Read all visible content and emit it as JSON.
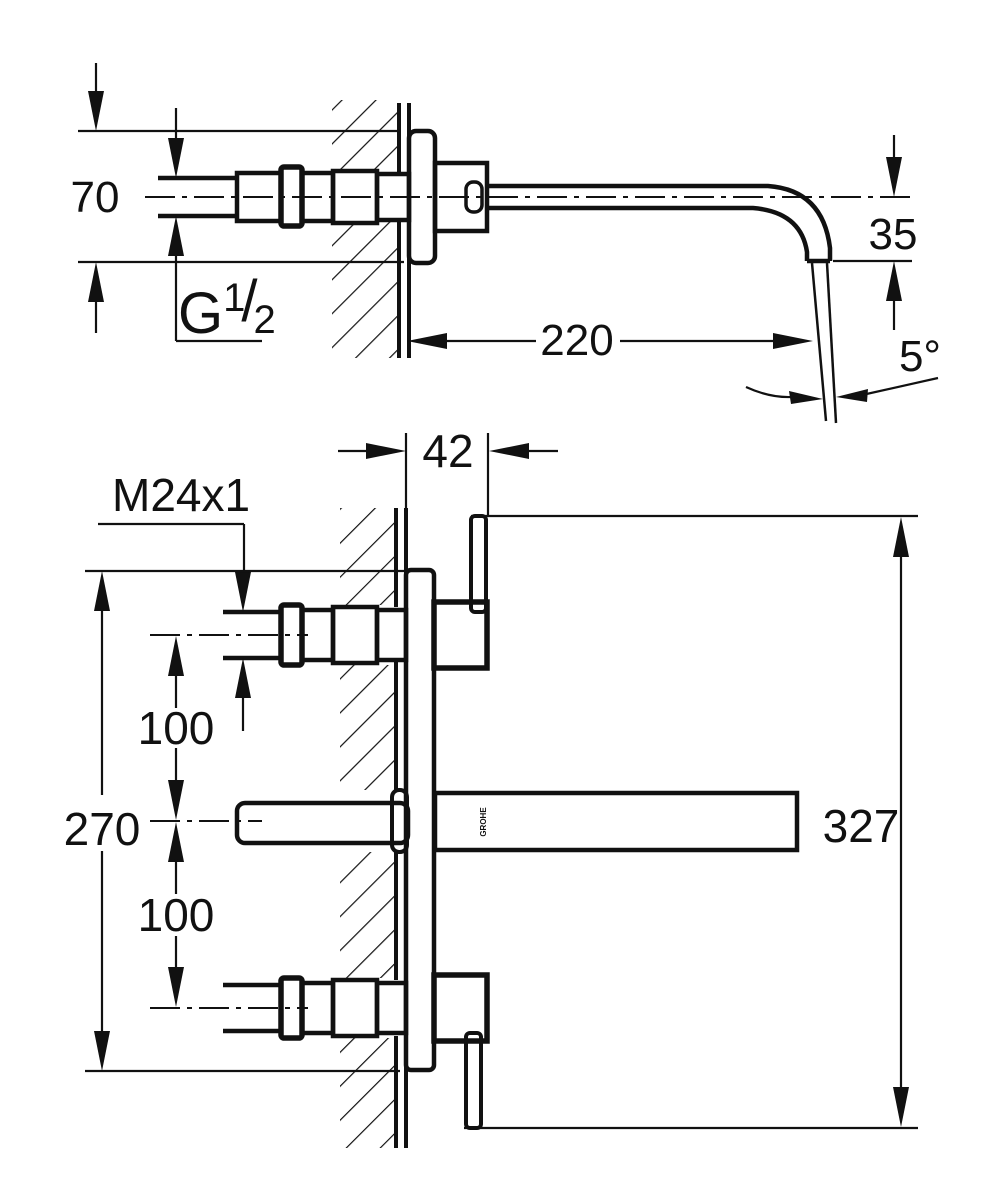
{
  "drawing": {
    "ink": "#111111",
    "background": "#ffffff",
    "top_view": {
      "dim_plate_height": "70",
      "thread_g": "G",
      "thread_sup": "1",
      "thread_slash": "/",
      "thread_sub": "2",
      "dim_spout_reach": "220",
      "dim_outlet_drop": "35",
      "dim_stream_angle": "5°"
    },
    "bottom_view": {
      "dim_wall_offset": "42",
      "dim_inlet_thread": "M24x1",
      "dim_spacing_upper": "100",
      "dim_spacing_lower": "100",
      "dim_plate_span": "270",
      "dim_overall_height": "327",
      "brand_mark": "GROHE"
    }
  }
}
